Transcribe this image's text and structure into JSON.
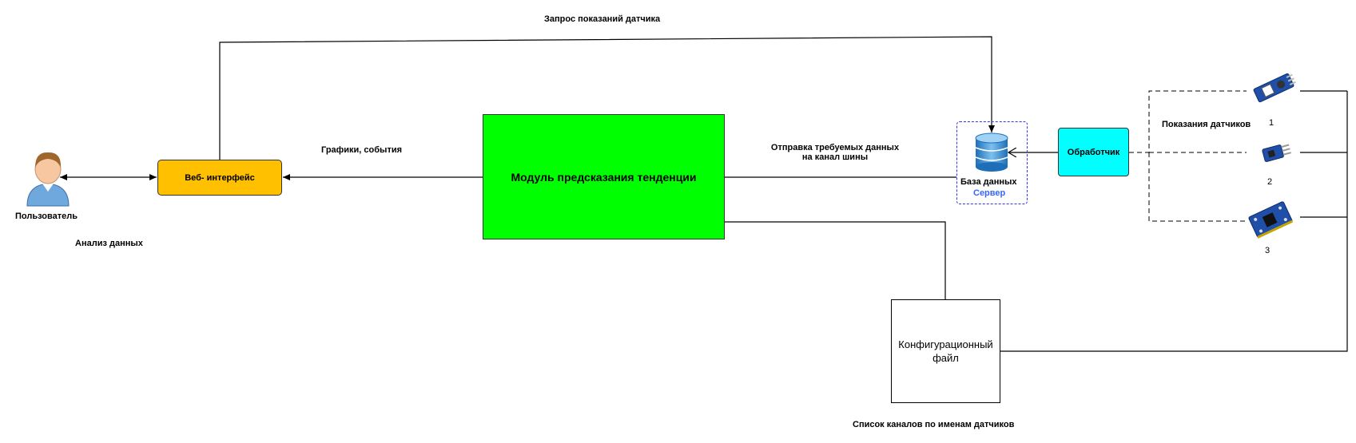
{
  "diagram": {
    "nodes": {
      "user": {
        "label": "Пользователь",
        "icon": "user-icon"
      },
      "web_interface": {
        "label": "Веб- интерфейс",
        "color": "#ffc000"
      },
      "prediction_module": {
        "label": "Модуль предсказания тенденции",
        "color": "#00ff00"
      },
      "database": {
        "label": "База данных",
        "sublabel": "Сервер",
        "icon": "database-icon",
        "sublabel_color": "#3366ff"
      },
      "handler": {
        "label": "Обработчик",
        "color": "#00ffff"
      },
      "config_file": {
        "label": "Конфигурационный файл"
      },
      "sensors": [
        {
          "label": "1",
          "icon": "sensor-board-icon"
        },
        {
          "label": "2",
          "icon": "sensor-board-icon"
        },
        {
          "label": "3",
          "icon": "sensor-board-icon"
        }
      ]
    },
    "edge_labels": {
      "sensor_request": "Запрос показаний датчика",
      "charts_events": "Графики, события",
      "data_analysis": "Анализ данных",
      "send_data_line1": "Отправка  требуемых  данных",
      "send_data_line2": "на канал шины",
      "sensor_readings": "Показания датчиков",
      "channel_list": "Список каналов по именам датчиков"
    },
    "edges": [
      {
        "from": "user",
        "to": "web_interface",
        "style": "bidirectional"
      },
      {
        "from": "prediction_module",
        "to": "web_interface",
        "style": "arrow"
      },
      {
        "from": "web_interface",
        "to": "database",
        "style": "arrow"
      },
      {
        "from": "database",
        "to": "prediction_module",
        "style": "line"
      },
      {
        "from": "handler",
        "to": "database",
        "style": "open-arrow"
      },
      {
        "from": "handler",
        "to": "sensors",
        "style": "dashed"
      },
      {
        "from": "prediction_module",
        "to": "config_file",
        "style": "line"
      },
      {
        "from": "sensors",
        "to": "config_file",
        "style": "line"
      }
    ]
  }
}
